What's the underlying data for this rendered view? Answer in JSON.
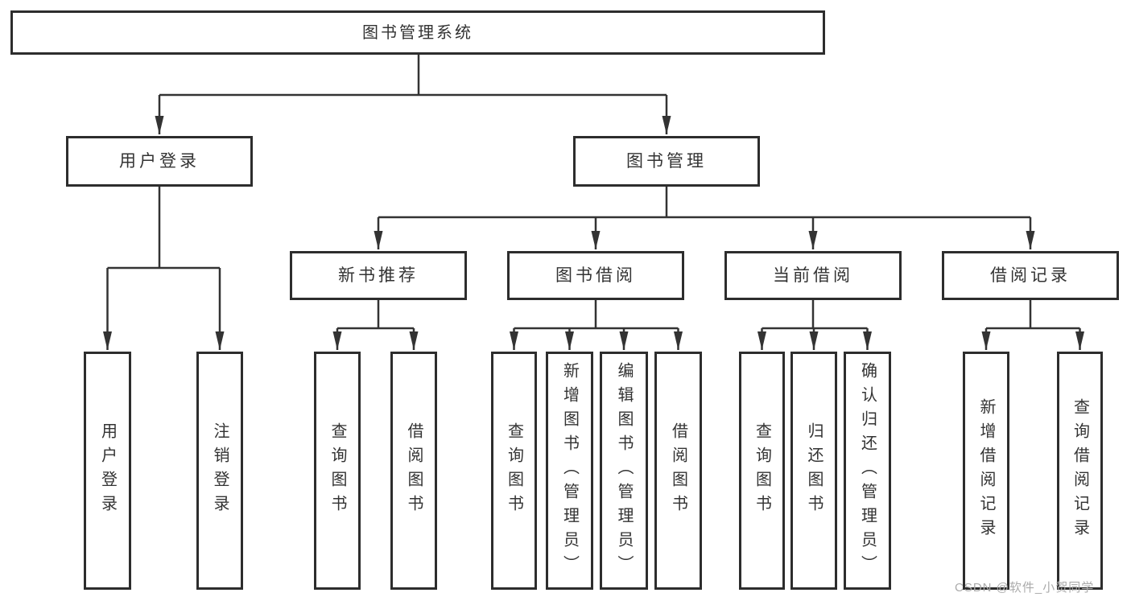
{
  "diagram": {
    "root": {
      "label": "图书管理系统"
    },
    "level2": [
      {
        "label": "用户登录",
        "children": [
          {
            "label": "用户登录"
          },
          {
            "label": "注销登录"
          }
        ]
      },
      {
        "label": "图书管理"
      }
    ],
    "level3": [
      {
        "label": "新书推荐",
        "children": [
          {
            "label": "查询图书"
          },
          {
            "label": "借阅图书"
          }
        ]
      },
      {
        "label": "图书借阅",
        "children": [
          {
            "label": "查询图书"
          },
          {
            "label": "新增图书（管理员）"
          },
          {
            "label": "编辑图书（管理员）"
          },
          {
            "label": "借阅图书"
          }
        ]
      },
      {
        "label": "当前借阅",
        "children": [
          {
            "label": "查询图书"
          },
          {
            "label": "归还图书"
          },
          {
            "label": "确认归还（管理员）"
          }
        ]
      },
      {
        "label": "借阅记录",
        "children": [
          {
            "label": "新增借阅记录"
          },
          {
            "label": "查询借阅记录"
          }
        ]
      }
    ]
  },
  "watermark": "CSDN @软件_小贺同学",
  "colors": {
    "line": "#333333",
    "box_border": "#2d2d2d",
    "text": "#333333",
    "watermark": "#ababab",
    "background": "#ffffff"
  }
}
